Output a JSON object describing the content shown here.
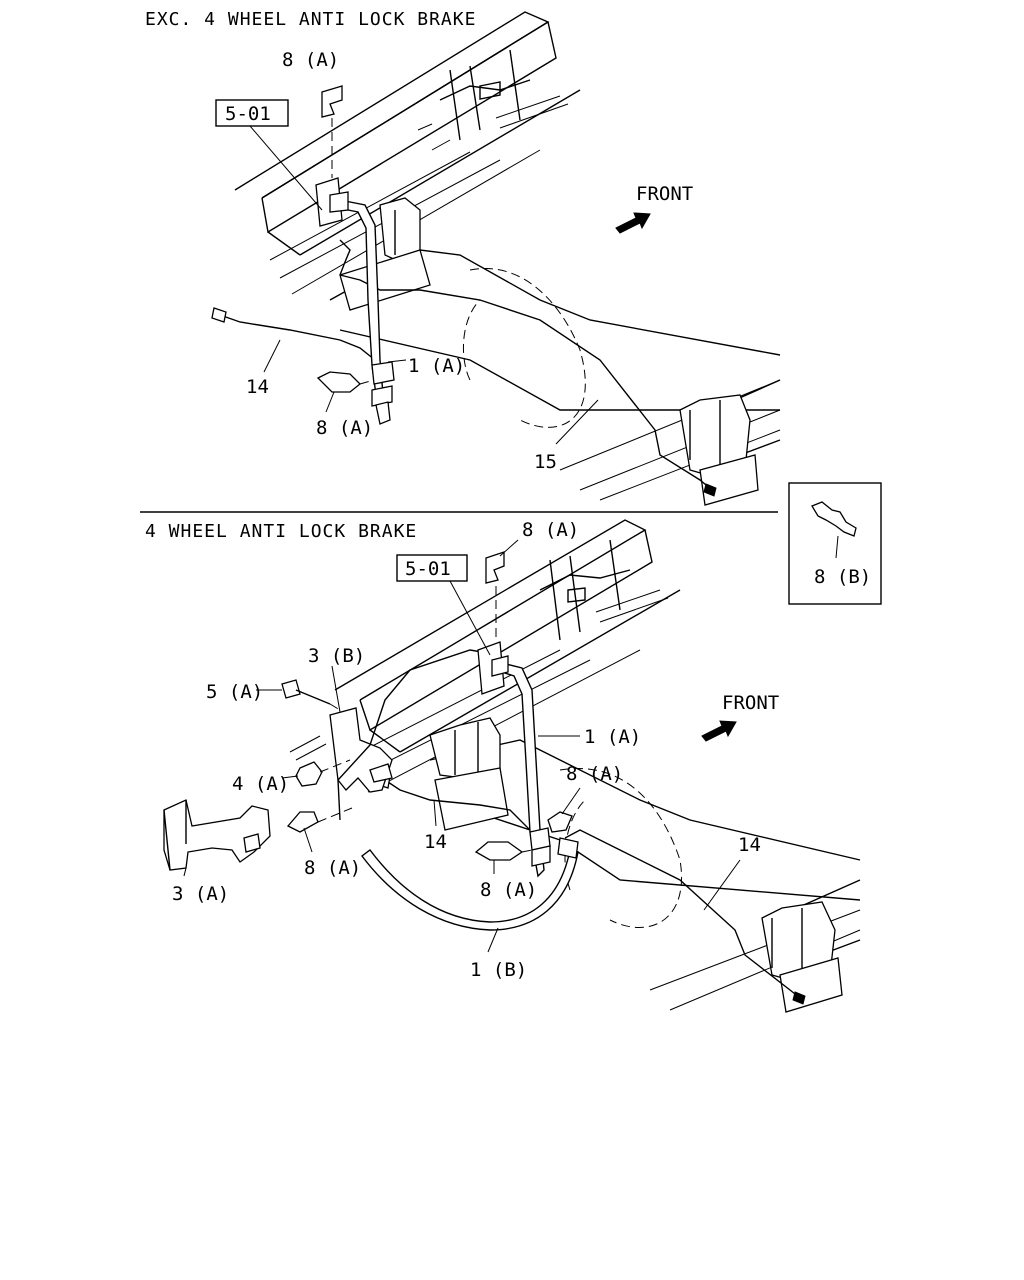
{
  "top_section": {
    "title": "EXC. 4 WHEEL ANTI LOCK BRAKE",
    "ref_box": "5-01",
    "front_label": "FRONT",
    "callouts": {
      "clip_top": "8 (A)",
      "hose": "1 (A)",
      "pipe_left": "14",
      "clip_bottom": "8 (A)",
      "pipe_right": "15"
    }
  },
  "bottom_section": {
    "title": "4 WHEEL ANTI LOCK BRAKE",
    "ref_box": "5-01",
    "front_label": "FRONT",
    "callouts": {
      "clip_top": "8 (A)",
      "bracket_upper": "3 (B)",
      "bolt": "5 (A)",
      "nut": "4 (A)",
      "hose_a": "1 (A)",
      "clip_right": "8 (A)",
      "pipe_left": "14",
      "pipe_right": "14",
      "clip_left": "8 (A)",
      "clip_center": "8 (A)",
      "bracket_lower": "3 (A)",
      "hose_b": "1 (B)"
    }
  },
  "inset": {
    "label": "8 (B)"
  }
}
